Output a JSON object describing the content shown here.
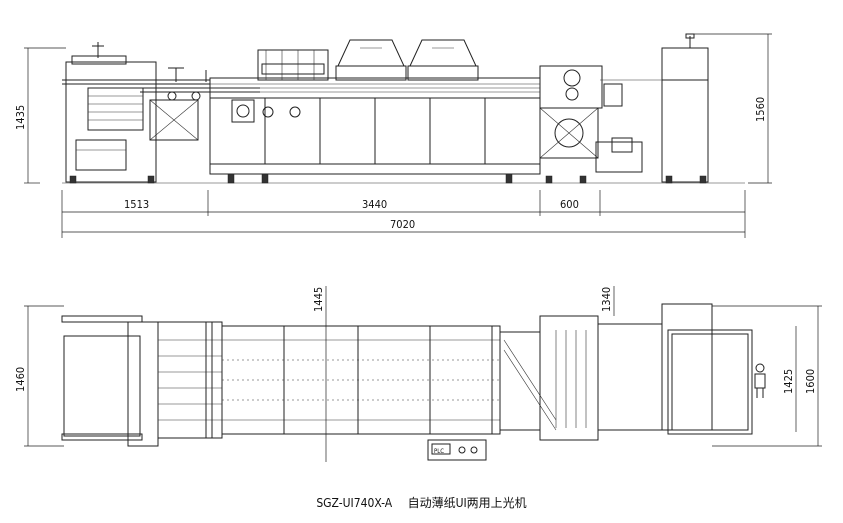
{
  "dimensions": {
    "front": {
      "left_height": "1435",
      "right_height": "1560",
      "seg_feeder": "1513",
      "seg_coater": "3440",
      "seg_delivery": "600",
      "total_length": "7020"
    },
    "top": {
      "left_width": "1460",
      "belt_width": "1445",
      "cooling_width": "1340",
      "stacker_width": "1425",
      "right_width": "1600"
    }
  },
  "control_panel": {
    "plc_label": "PLC"
  },
  "caption": {
    "model": "SGZ-UI740X-A",
    "name": "自动薄纸UI两用上光机"
  }
}
